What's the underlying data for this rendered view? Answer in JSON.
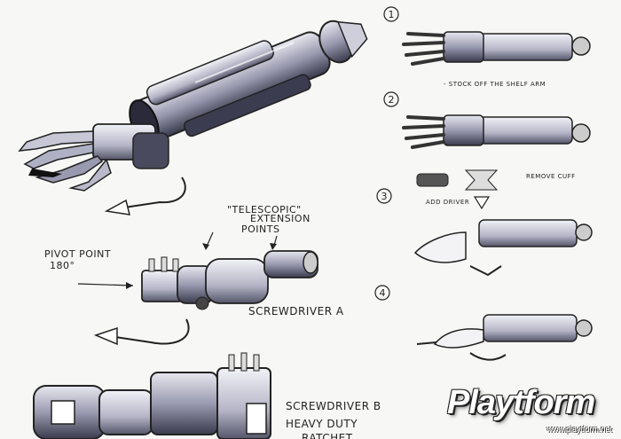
{
  "steps": [
    "1",
    "2",
    "3",
    "4"
  ],
  "labels": {
    "stock_arm": "- STOCK OFF THE SHELF ARM",
    "remove_cuff": "REMOVE CUFF",
    "add_driver": "ADD DRIVER",
    "telescopic": "\"TELESCOPIC\"",
    "extension": "EXTENSION",
    "points": "POINTS",
    "pivot_point": "PIVOT POINT",
    "pivot_angle": "180°",
    "screwdriver_a": "SCREWDRIVER A",
    "screwdriver_b": "SCREWDRIVER B",
    "heavy_duty": "HEAVY DUTY",
    "ratchet": "RATCHET"
  },
  "watermark": {
    "brand": "Playtform",
    "url": "www.playtform.net"
  }
}
